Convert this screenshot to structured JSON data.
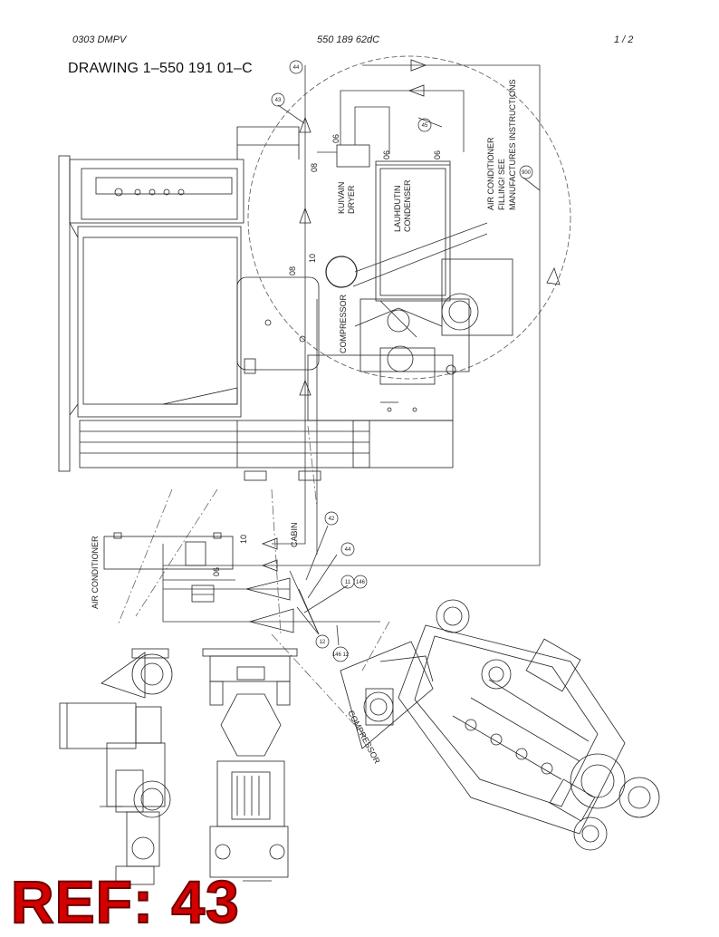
{
  "header": {
    "doc_code": "0303 DMPV",
    "part_number": "550 189 62dC",
    "page": "1 /  2"
  },
  "drawing_title": "DRAWING 1–550 191 01–C",
  "labels": {
    "air_conditioner_filling": [
      "AIR CONDITIONER",
      "FILLING! SEE",
      "MANUFACTURES INSTRUCTIONS"
    ],
    "dryer": [
      "KUIVAIN",
      "DRYER"
    ],
    "condenser": [
      "LAUHDUTIN",
      "CONDENSER"
    ],
    "compressor": "COMPRESSOR",
    "compressor_engine": "COMPRESSOR",
    "air_conditioner": "AIR CONDITIONER",
    "cabin": "CABIN"
  },
  "port_sizes": {
    "dryer_top": "06",
    "dryer_side": "06",
    "condenser_left": "08",
    "condenser_right": "06",
    "compressor_left": "08",
    "compressor_right": "10",
    "ac_10": "10",
    "ac_06": "06"
  },
  "callouts": {
    "c44_top": "44",
    "c43": "43",
    "c45": "45",
    "c900": "900",
    "c42": "42",
    "c44_mid": "44",
    "c11": "11",
    "c146": "146",
    "c12": "12",
    "c146b": "146 12"
  },
  "ref_badge": "REF: 43"
}
